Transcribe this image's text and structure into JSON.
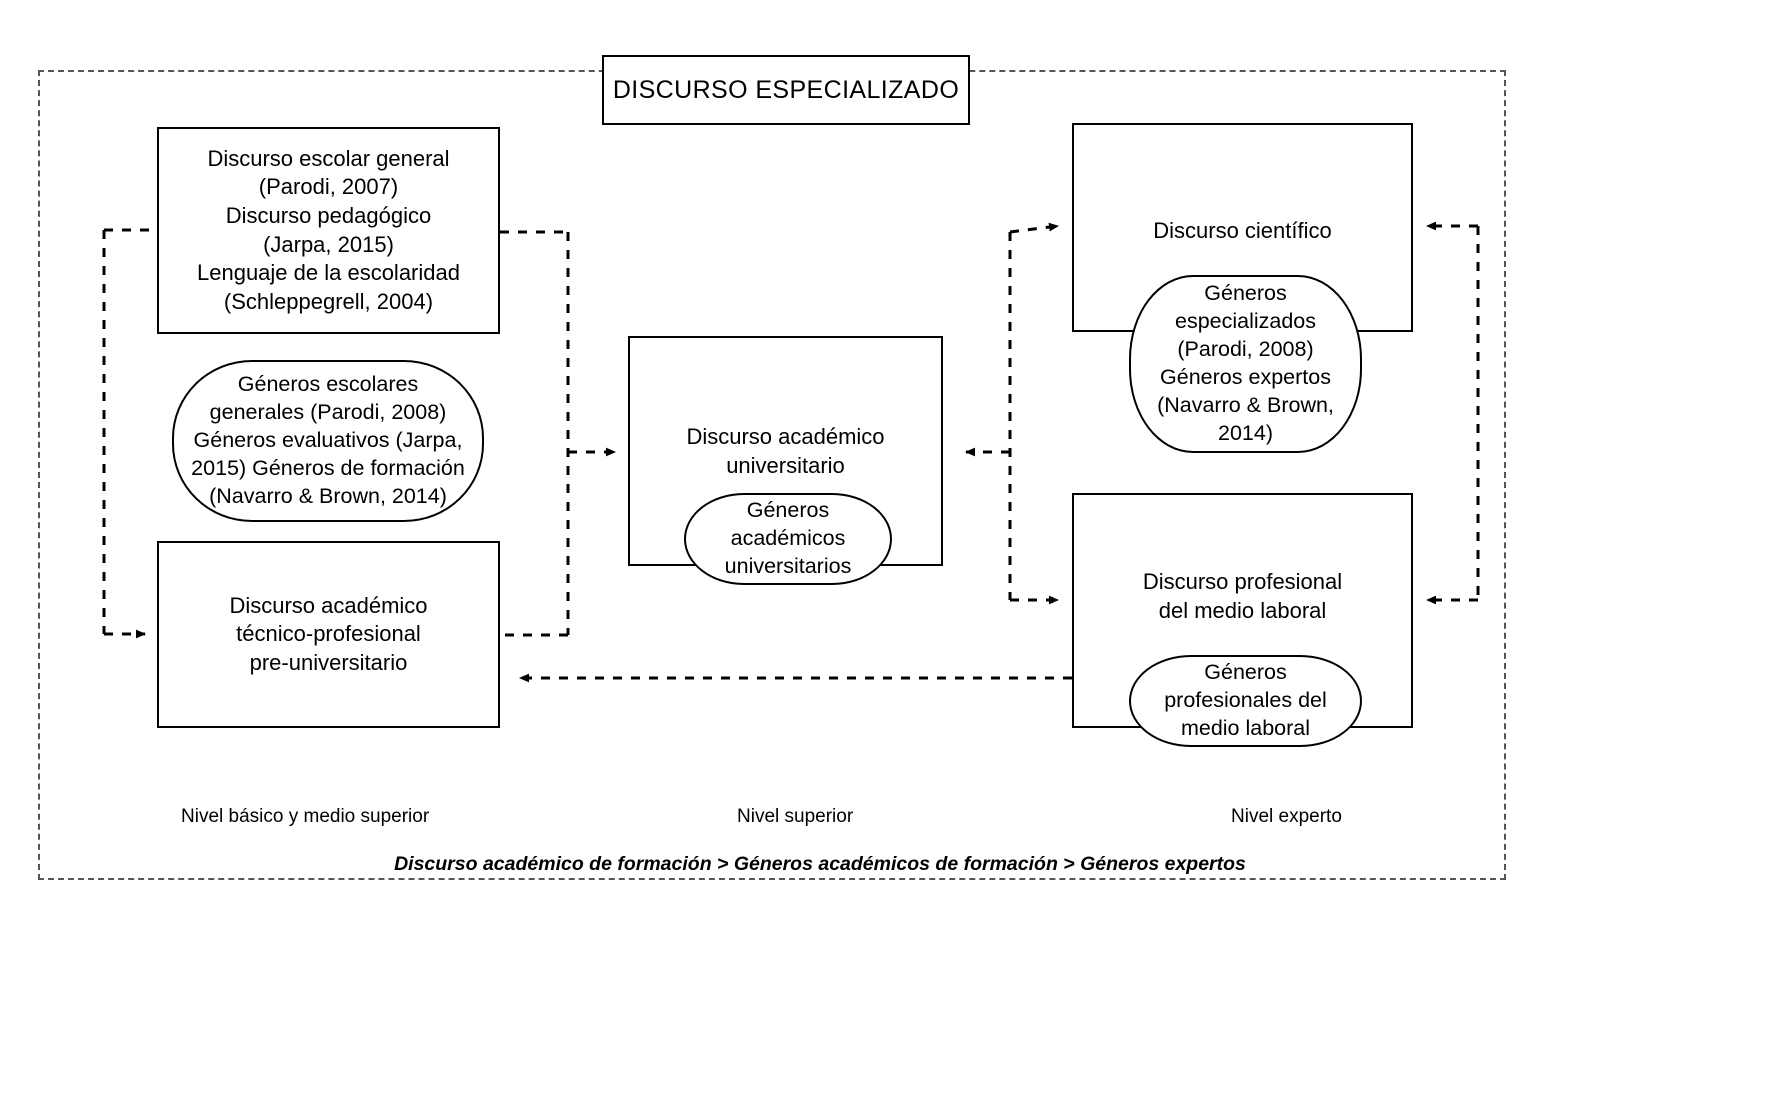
{
  "diagram": {
    "title": "DISCURSO ESPECIALIZADO",
    "caption": "Discurso académico de formación > Géneros académicos de formación > Géneros expertos",
    "levels": [
      {
        "id": "basico",
        "label": "Nivel básico y medio superior"
      },
      {
        "id": "superior",
        "label": "Nivel superior"
      },
      {
        "id": "experto",
        "label": "Nivel experto"
      }
    ],
    "nodes": {
      "escolar": {
        "shape": "rect",
        "text": "Discurso escolar general\n(Parodi, 2007)\nDiscurso pedagógico\n(Jarpa, 2015)\nLenguaje de la escolaridad\n(Schleppegrell, 2004)"
      },
      "generos_escolares": {
        "shape": "rounded",
        "text": "Géneros escolares\ngenerales (Parodi, 2008)\nGéneros evaluativos (Jarpa,\n2015) Géneros de formación\n(Navarro & Brown, 2014)"
      },
      "tecnico": {
        "shape": "rect",
        "text": "Discurso académico\ntécnico-profesional\npre-universitario"
      },
      "academico": {
        "shape": "rect",
        "text": "Discurso académico\nuniversitario"
      },
      "generos_academicos": {
        "shape": "rounded",
        "text": "Géneros\nacadémicos\nuniversitarios"
      },
      "cientifico": {
        "shape": "rect",
        "text": "Discurso científico"
      },
      "generos_especializados": {
        "shape": "rounded",
        "text": "Géneros\nespecializados\n(Parodi, 2008)\nGéneros expertos\n(Navarro & Brown,\n2014)"
      },
      "profesional": {
        "shape": "rect",
        "text": "Discurso profesional\ndel medio laboral"
      },
      "generos_profesionales": {
        "shape": "rounded",
        "text": "Géneros\nprofesionales del\nmedio laboral"
      }
    },
    "colors": {
      "stroke": "#000000",
      "background": "#ffffff",
      "dashed_border": "#555555"
    }
  }
}
